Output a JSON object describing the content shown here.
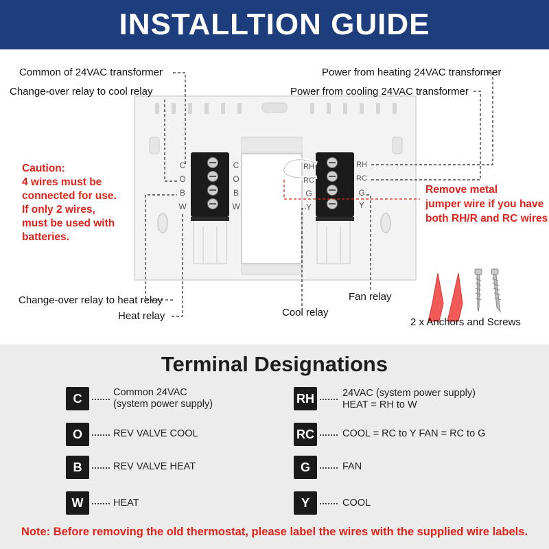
{
  "header": {
    "title": "INSTALLTION GUIDE"
  },
  "callouts": {
    "common": "Common of 24VAC transformer",
    "changeover_cool": "Change-over relay to cool relay",
    "power_heating": "Power from heating 24VAC transformer",
    "power_cooling": "Power from cooling 24VAC transformer",
    "changeover_heat": "Change-over relay to heat relay",
    "heat_relay": "Heat relay",
    "cool_relay": "Cool relay",
    "fan_relay": "Fan relay",
    "anchors": "2 x Anchors and Screws"
  },
  "caution": {
    "lines": [
      "Caution:",
      "4 wires must be",
      "connected for use.",
      "If only 2 wires,",
      "must be used with",
      "batteries."
    ]
  },
  "remove_jumper": {
    "lines": [
      "Remove metal",
      "jumper wire if you have",
      "both RH/R and RC wires"
    ]
  },
  "left_terminal": {
    "outer": [
      "C",
      "O",
      "B",
      "W"
    ],
    "inner": [
      "C",
      "O",
      "B",
      "W"
    ]
  },
  "right_terminal": {
    "inner": [
      "RH",
      "RC",
      "G",
      "Y"
    ],
    "outer": [
      "RH",
      "RC",
      "G",
      "Y"
    ]
  },
  "designations": {
    "title": "Terminal Designations",
    "left": [
      {
        "code": "C",
        "desc": [
          "Common 24VAC",
          "(system power supply)"
        ]
      },
      {
        "code": "O",
        "desc": [
          "REV VALVE COOL"
        ]
      },
      {
        "code": "B",
        "desc": [
          "REV VALVE HEAT"
        ]
      },
      {
        "code": "W",
        "desc": [
          "HEAT"
        ]
      }
    ],
    "right": [
      {
        "code": "RH",
        "desc": [
          "24VAC (system power supply)",
          "HEAT = RH to W"
        ]
      },
      {
        "code": "RC",
        "desc": [
          "COOL = RC to Y FAN = RC to G"
        ]
      },
      {
        "code": "G",
        "desc": [
          "FAN"
        ]
      },
      {
        "code": "Y",
        "desc": [
          "COOL"
        ]
      }
    ]
  },
  "note": "Note: Before removing the old thermostat, please label the wires with the supplied wire labels.",
  "colors": {
    "header_bg": "#1d3d7c",
    "accent_red": "#e0231b",
    "lower_bg": "#ececec"
  }
}
